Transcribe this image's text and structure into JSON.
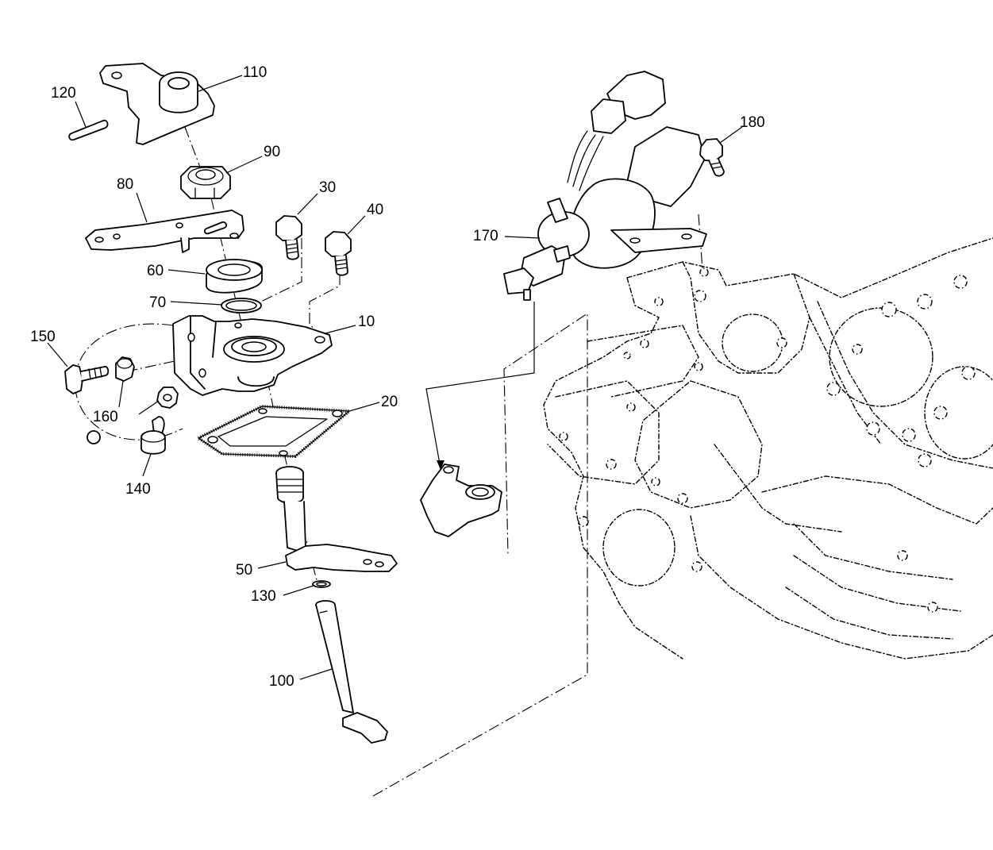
{
  "callouts": {
    "c110": "110",
    "c120": "120",
    "c90": "90",
    "c80": "80",
    "c30": "30",
    "c40": "40",
    "c60": "60",
    "c70": "70",
    "c10": "10",
    "c150": "150",
    "c160": "160",
    "c20": "20",
    "c140": "140",
    "c50": "50",
    "c130": "130",
    "c100": "100",
    "c170": "170",
    "c180": "180"
  }
}
